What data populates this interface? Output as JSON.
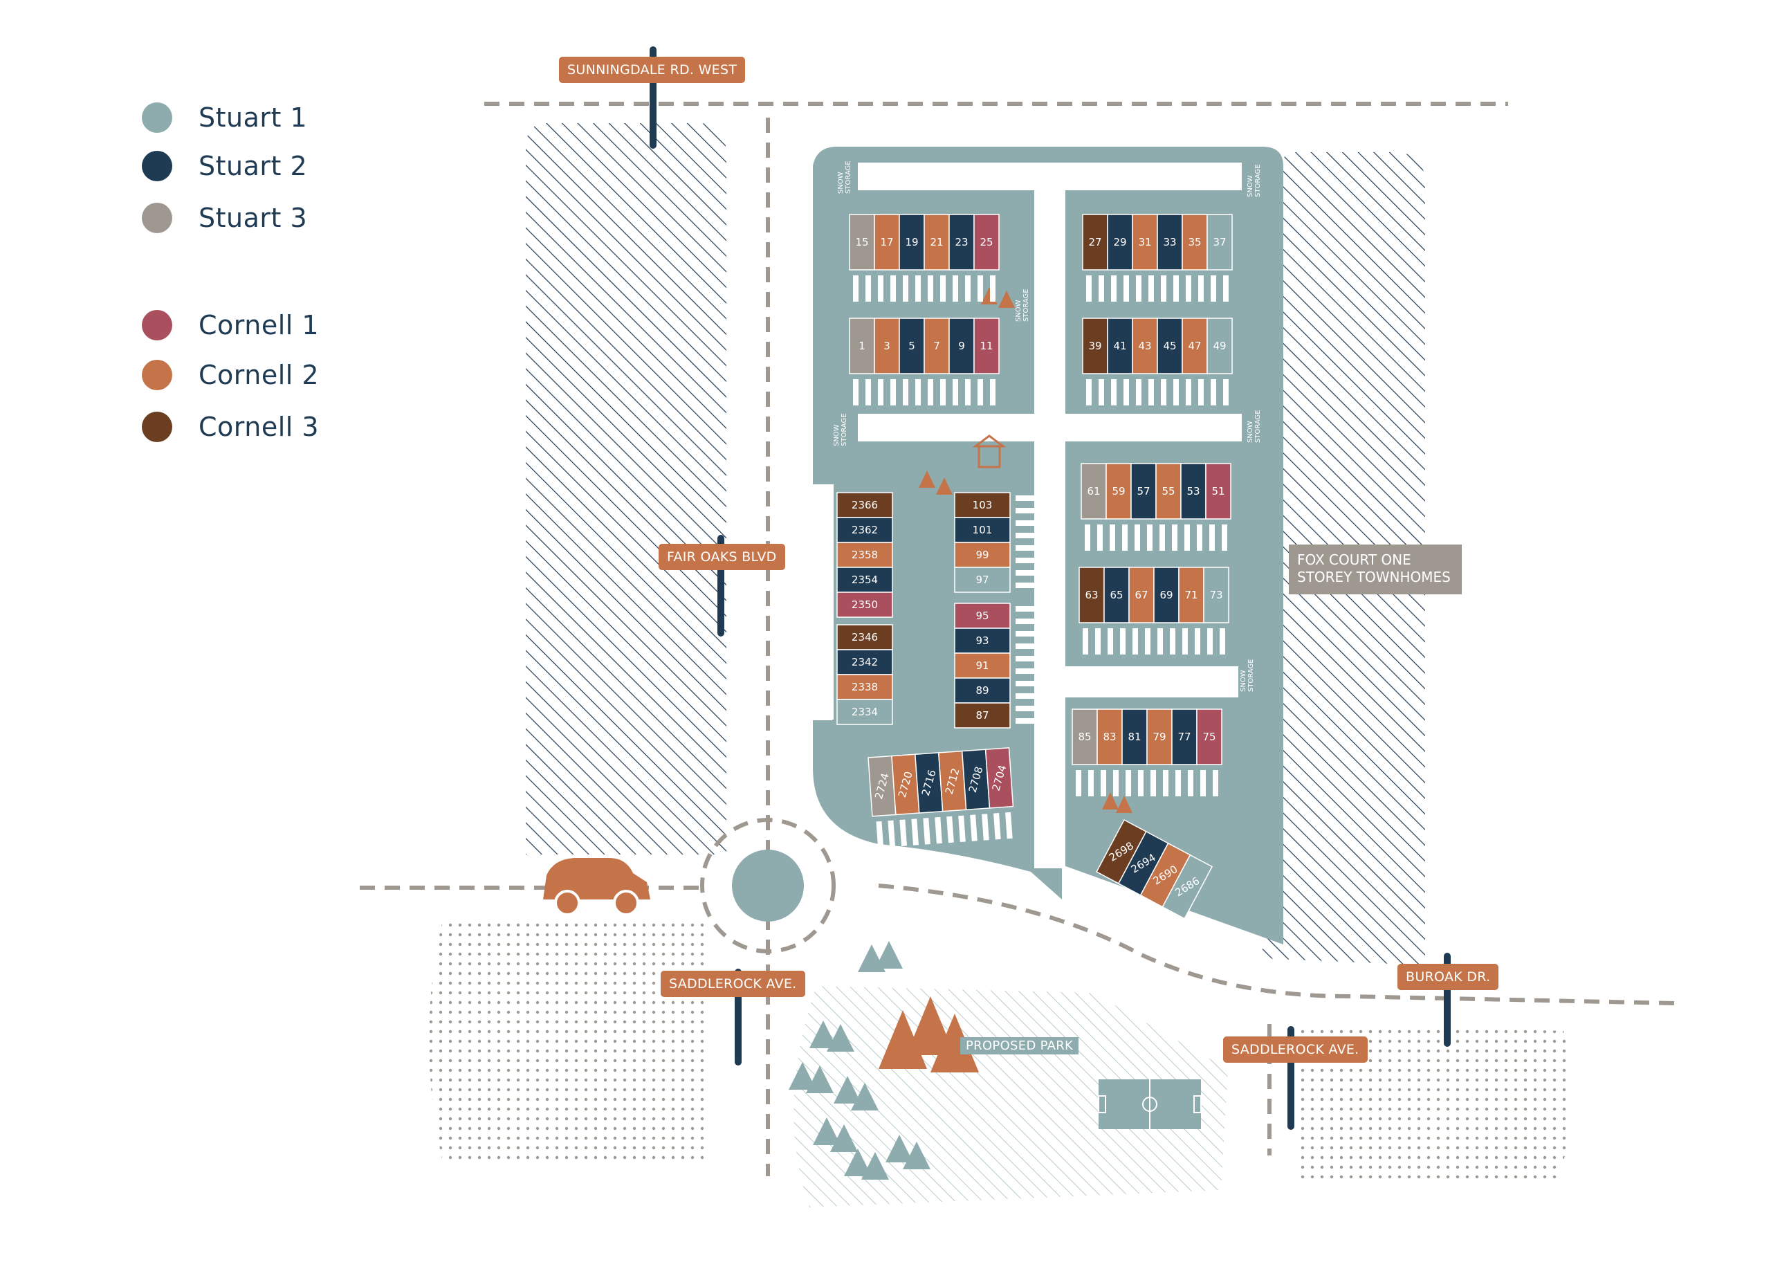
{
  "legend": [
    {
      "label": "Stuart 1",
      "color": "#8eabae"
    },
    {
      "label": "Stuart 2",
      "color": "#1f3a53"
    },
    {
      "label": "Stuart 3",
      "color": "#9e9891"
    },
    {
      "label": "Cornell 1",
      "color": "#a94f5d"
    },
    {
      "label": "Cornell 2",
      "color": "#c47448"
    },
    {
      "label": "Cornell 3",
      "color": "#6b3e22"
    }
  ],
  "streets": {
    "sunningdale": "SUNNINGDALE RD. WEST",
    "fair_oaks": "FAIR OAKS BLVD",
    "saddlerock_left": "SADDLEROCK AVE.",
    "saddlerock_right": "SADDLEROCK AVE.",
    "buroak": "BUROAK DR."
  },
  "fox_court": "FOX COURT ONE\nSTOREY TOWNHOMES",
  "park_label": "PROPOSED PARK",
  "snow_storage": [
    "SNOW",
    "STORAGE"
  ],
  "colors": {
    "site": "#8eabae",
    "accent": "#c47448",
    "navy": "#1f3a53",
    "hatch": "#1f3a53",
    "dots": "#9e9891",
    "road": "#9e9891"
  },
  "blocks": [
    {
      "name": "block-15-25",
      "units": [
        [
          "15",
          "#9e9891"
        ],
        [
          "17",
          "#c47448"
        ],
        [
          "19",
          "#1f3a53"
        ],
        [
          "21",
          "#c47448"
        ],
        [
          "23",
          "#1f3a53"
        ],
        [
          "25",
          "#a94f5d"
        ]
      ]
    },
    {
      "name": "block-1-11",
      "units": [
        [
          "1",
          "#9e9891"
        ],
        [
          "3",
          "#c47448"
        ],
        [
          "5",
          "#1f3a53"
        ],
        [
          "7",
          "#c47448"
        ],
        [
          "9",
          "#1f3a53"
        ],
        [
          "11",
          "#a94f5d"
        ]
      ]
    },
    {
      "name": "block-27-37",
      "units": [
        [
          "27",
          "#6b3e22"
        ],
        [
          "29",
          "#1f3a53"
        ],
        [
          "31",
          "#c47448"
        ],
        [
          "33",
          "#1f3a53"
        ],
        [
          "35",
          "#c47448"
        ],
        [
          "37",
          "#8eabae"
        ]
      ]
    },
    {
      "name": "block-39-49",
      "units": [
        [
          "39",
          "#6b3e22"
        ],
        [
          "41",
          "#1f3a53"
        ],
        [
          "43",
          "#c47448"
        ],
        [
          "45",
          "#1f3a53"
        ],
        [
          "47",
          "#c47448"
        ],
        [
          "49",
          "#8eabae"
        ]
      ]
    },
    {
      "name": "block-61-51",
      "units": [
        [
          "61",
          "#9e9891"
        ],
        [
          "59",
          "#c47448"
        ],
        [
          "57",
          "#1f3a53"
        ],
        [
          "55",
          "#c47448"
        ],
        [
          "53",
          "#1f3a53"
        ],
        [
          "51",
          "#a94f5d"
        ]
      ]
    },
    {
      "name": "block-63-73",
      "units": [
        [
          "63",
          "#6b3e22"
        ],
        [
          "65",
          "#1f3a53"
        ],
        [
          "67",
          "#c47448"
        ],
        [
          "69",
          "#1f3a53"
        ],
        [
          "71",
          "#c47448"
        ],
        [
          "73",
          "#8eabae"
        ]
      ]
    },
    {
      "name": "block-85-75",
      "units": [
        [
          "85",
          "#9e9891"
        ],
        [
          "83",
          "#c47448"
        ],
        [
          "81",
          "#1f3a53"
        ],
        [
          "79",
          "#c47448"
        ],
        [
          "77",
          "#1f3a53"
        ],
        [
          "75",
          "#a94f5d"
        ]
      ]
    },
    {
      "name": "block-2366-2350",
      "units": [
        [
          "2366",
          "#6b3e22"
        ],
        [
          "2362",
          "#1f3a53"
        ],
        [
          "2358",
          "#c47448"
        ],
        [
          "2354",
          "#1f3a53"
        ],
        [
          "2350",
          "#a94f5d"
        ]
      ]
    },
    {
      "name": "block-2346-2334",
      "units": [
        [
          "2346",
          "#6b3e22"
        ],
        [
          "2342",
          "#1f3a53"
        ],
        [
          "2338",
          "#c47448"
        ],
        [
          "2334",
          "#8eabae"
        ]
      ]
    },
    {
      "name": "block-103-97",
      "units": [
        [
          "103",
          "#6b3e22"
        ],
        [
          "101",
          "#1f3a53"
        ],
        [
          "99",
          "#c47448"
        ],
        [
          "97",
          "#8eabae"
        ]
      ]
    },
    {
      "name": "block-95-87",
      "units": [
        [
          "95",
          "#a94f5d"
        ],
        [
          "93",
          "#1f3a53"
        ],
        [
          "91",
          "#c47448"
        ],
        [
          "89",
          "#1f3a53"
        ],
        [
          "87",
          "#6b3e22"
        ]
      ]
    },
    {
      "name": "block-2724-2704",
      "units": [
        [
          "2724",
          "#9e9891"
        ],
        [
          "2720",
          "#c47448"
        ],
        [
          "2716",
          "#1f3a53"
        ],
        [
          "2712",
          "#c47448"
        ],
        [
          "2708",
          "#1f3a53"
        ],
        [
          "2704",
          "#a94f5d"
        ]
      ]
    },
    {
      "name": "block-2698-2686",
      "units": [
        [
          "2698",
          "#6b3e22"
        ],
        [
          "2694",
          "#1f3a53"
        ],
        [
          "2690",
          "#c47448"
        ],
        [
          "2686",
          "#8eabae"
        ]
      ]
    }
  ]
}
